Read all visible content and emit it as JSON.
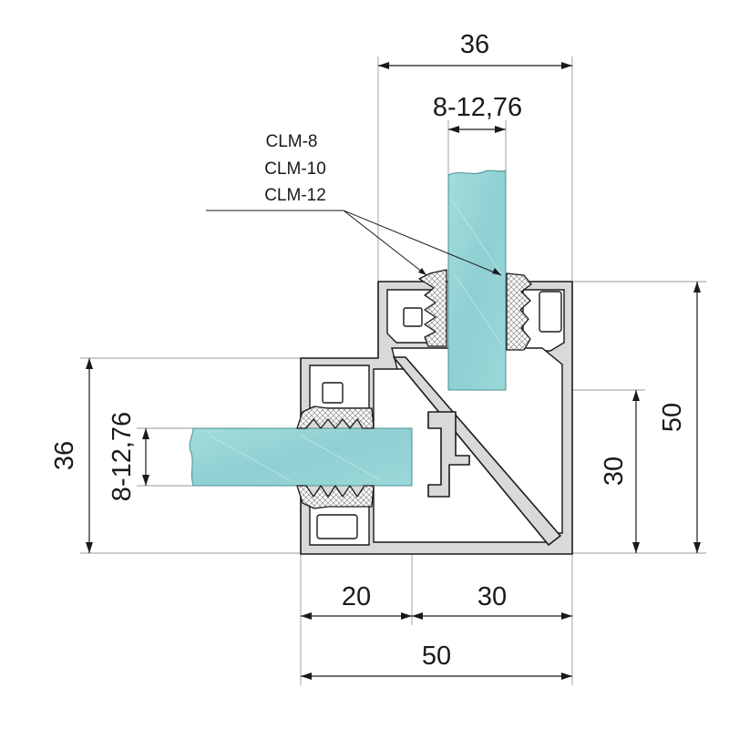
{
  "colors": {
    "glass": "#93d4d6",
    "profile": "#d9d9d9",
    "outline": "#1a1a1a",
    "gasket_hatch": "#8a8a8a"
  },
  "gasket_labels": [
    "CLM-8",
    "CLM-10",
    "CLM-12"
  ],
  "dimensions": {
    "top_width": "36",
    "top_glass": "8-12,76",
    "left_height": "36",
    "left_glass": "8-12,76",
    "right_outer": "50",
    "right_inner": "30",
    "bottom_left": "20",
    "bottom_right": "30",
    "bottom_total": "50"
  }
}
